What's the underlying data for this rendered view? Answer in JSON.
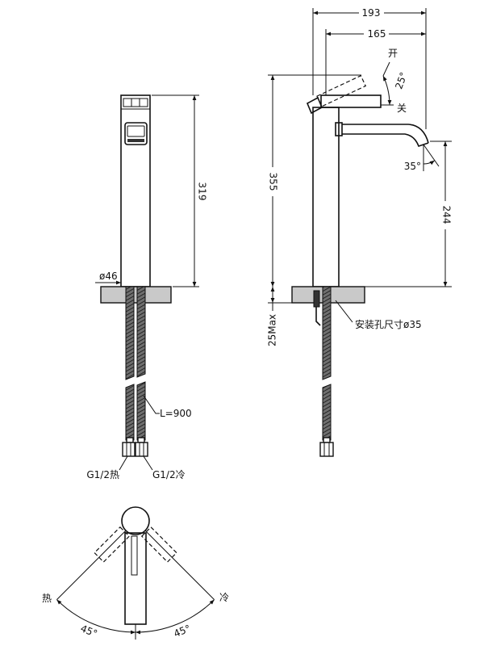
{
  "front_view": {
    "height_dim": "319",
    "base_diameter": "ø46",
    "hose_length": "L=900",
    "hot_inlet": "G1/2热",
    "cold_inlet": "G1/2冷"
  },
  "side_view": {
    "width_dim": "193",
    "spout_dim": "165",
    "open_label": "开",
    "handle_angle": "25°",
    "close_label": "关",
    "height_dim": "355",
    "spout_angle": "35°",
    "spout_height_dim": "244",
    "max_thickness": "25Max",
    "hole_size": "安装孔尺寸ø35"
  },
  "top_view": {
    "hot_label": "热",
    "cold_label": "冷",
    "hot_angle": "45°",
    "cold_angle": "45°"
  }
}
